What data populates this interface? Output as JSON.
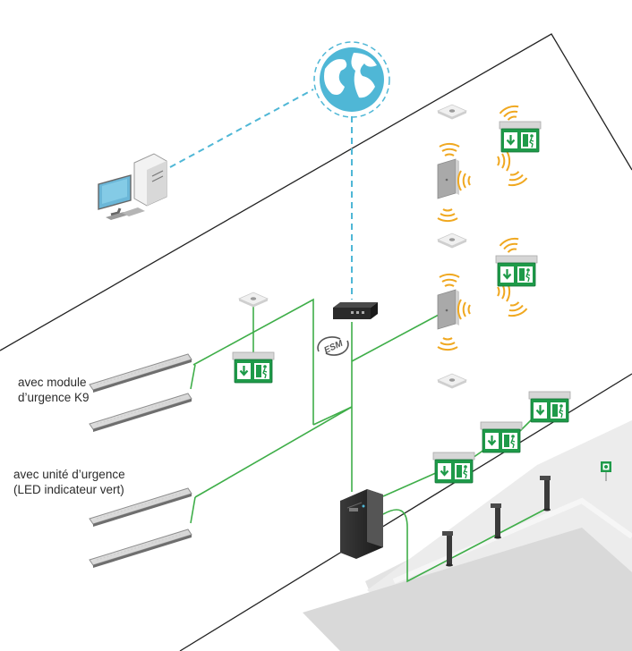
{
  "labels": {
    "k9_line1": "avec module",
    "k9_line2": "d’urgence K9",
    "unit_line1": "avec unité d’urgence",
    "unit_line2": "(LED indicateur vert)"
  },
  "logo_text": "ESM",
  "colors": {
    "wire_green": "#3fae49",
    "network_dash": "#4fb7d6",
    "building_outline": "#222222",
    "floor_grey": "#e3e3e3",
    "exit_sign_green": "#1e9a49",
    "wireless_orange": "#f0a820",
    "globe_blue": "#4fb7d6"
  },
  "icons": [
    "globe-icon",
    "computer-icon",
    "router-icon",
    "central-battery-icon",
    "exit-sign-icon",
    "ceiling-light-icon",
    "ceiling-sensor-icon",
    "wireless-module-icon",
    "bollard-light-icon",
    "esm-logo-icon"
  ]
}
